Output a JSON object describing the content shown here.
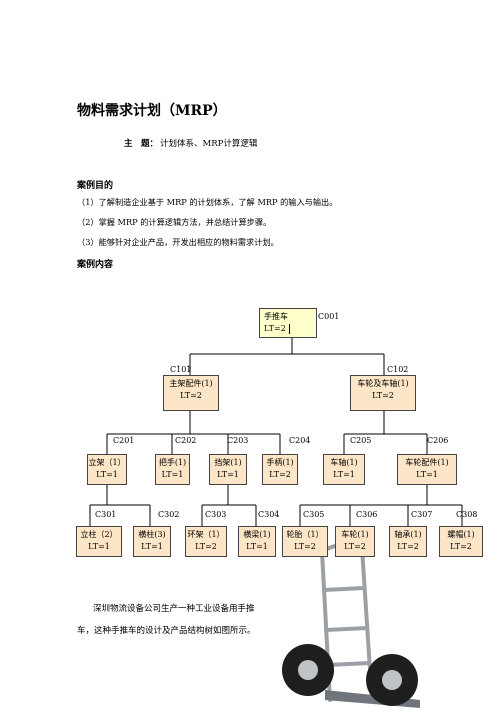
{
  "title": "物料需求计划（MRP）",
  "theme": {
    "label": "主　题：",
    "value": "计划体系、MRP计算逻辑"
  },
  "goals": {
    "heading": "案例目的",
    "items": [
      "（1）了解制造企业基于 MRP 的计划体系，了解 MRP 的输入与输出。",
      "（2）掌握 MRP 的计算逻辑方法，并总结计算步骤。",
      "（3）能够针对企业产品，开发出相应的物料需求计划。"
    ]
  },
  "content_heading": "案例内容",
  "bom": {
    "root": {
      "code": "C001",
      "name": "手推车",
      "lt": "LT=2"
    },
    "level1": [
      {
        "code": "C101",
        "name": "主架配件(1)",
        "lt": "LT=2"
      },
      {
        "code": "C102",
        "name": "车轮及车轴(1)",
        "lt": "LT=2"
      }
    ],
    "level2": [
      {
        "code": "C201",
        "name": "立架（1）",
        "lt": "LT=1"
      },
      {
        "code": "C202",
        "name": "把手(1)",
        "lt": "LT=1"
      },
      {
        "code": "C203",
        "name": "挡架(1)",
        "lt": "LT=1"
      },
      {
        "code": "C204",
        "name": "手柄(1)",
        "lt": "LT=2"
      },
      {
        "code": "C205",
        "name": "车轴(1)",
        "lt": "LT=1"
      },
      {
        "code": "C206",
        "name": "车轮配件(1)",
        "lt": "LT=1"
      }
    ],
    "level3": [
      {
        "code": "C301",
        "name": "立柱（2）",
        "lt": "LT=1"
      },
      {
        "code": "C302",
        "name": "横柱(3)",
        "lt": "LT=1"
      },
      {
        "code": "C303",
        "name": "环架（1）",
        "lt": "LT=2"
      },
      {
        "code": "C304",
        "name": "横梁(1)",
        "lt": "LT=1"
      },
      {
        "code": "C305",
        "name": "轮胎（1）",
        "lt": "LT=2"
      },
      {
        "code": "C306",
        "name": "车轮(1)",
        "lt": "LT=2"
      },
      {
        "code": "C307",
        "name": "轴承(1)",
        "lt": "LT=2"
      },
      {
        "code": "C308",
        "name": "螺帽(1)",
        "lt": "LT=2"
      }
    ]
  },
  "description": [
    "深圳物流设备公司生产一种工业设备用手推",
    "车，这种手推车的设计及产品结构树如图所示。"
  ],
  "image_icon": "hand-truck-photo"
}
